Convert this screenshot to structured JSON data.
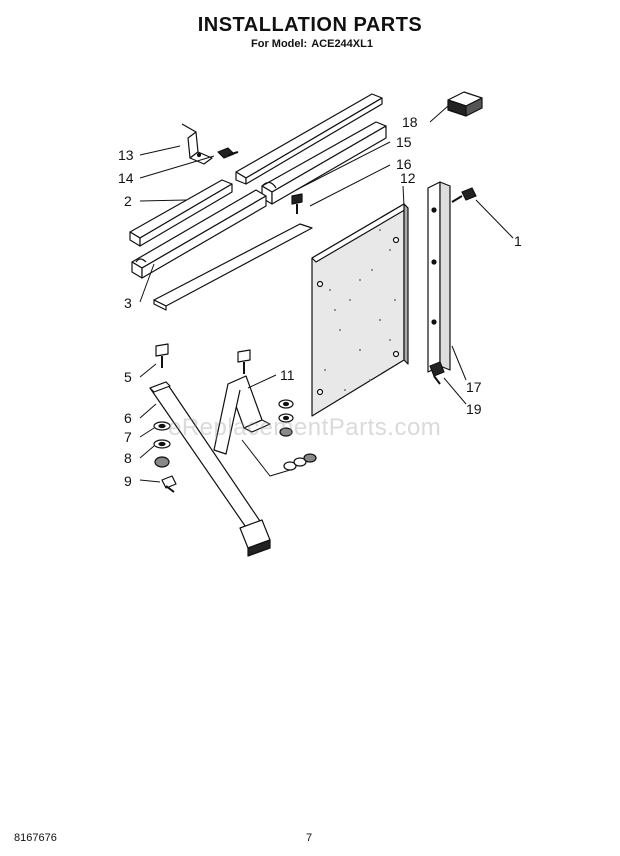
{
  "header": {
    "title": "INSTALLATION PARTS",
    "model_prefix": "For Model:",
    "model": "ACE244XL1"
  },
  "callouts": [
    "1",
    "2",
    "3",
    "5",
    "6",
    "7",
    "8",
    "9",
    "11",
    "12",
    "13",
    "14",
    "15",
    "16",
    "17",
    "18",
    "19"
  ],
  "watermark": "eReplacementParts.com",
  "footer": {
    "doc_number": "8167676",
    "page_number": "7"
  }
}
